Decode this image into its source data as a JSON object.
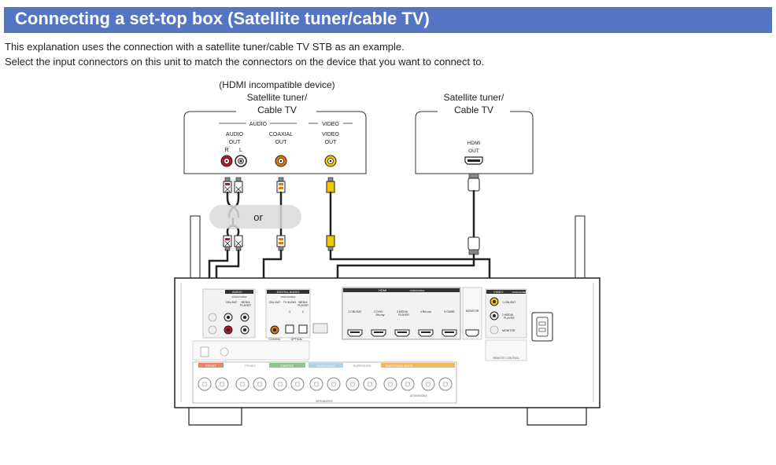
{
  "header": {
    "title": "Connecting a set-top box (Satellite tuner/cable TV)"
  },
  "intro": {
    "line1": "This explanation uses the connection with a satellite tuner/cable TV STB as an example.",
    "line2": "Select the input connectors on this unit to match the connectors on the device that you want to connect to."
  },
  "left_device": {
    "caption1": "(HDMI incompatible device)",
    "caption2": "Satellite tuner/",
    "caption3": "Cable TV",
    "audio_group": "AUDIO",
    "video_group": "VIDEO",
    "audio_out1": "AUDIO",
    "audio_out2": "OUT",
    "r": "R",
    "l": "L",
    "coax1": "COAXIAL",
    "coax2": "OUT",
    "video1": "VIDEO",
    "video2": "OUT"
  },
  "right_device": {
    "caption1": "Satellite tuner/",
    "caption2": "Cable TV",
    "hdmi1": "HDMI",
    "hdmi2": "OUT"
  },
  "or_label": "or",
  "receiver": {
    "audio_label": "AUDIO",
    "audio_sub": "ASSIGNABLE",
    "audio_in1": "CBL/SAT",
    "audio_in2a": "MEDIA",
    "audio_in2b": "PLAYER",
    "digital_label": "DIGITAL AUDIO",
    "digital_sub": "ASSIGNABLE",
    "dig_a": "CBL/SAT",
    "dig_b": "TV AUDIO",
    "dig_c": "MEDIA",
    "dig_d": "PLAYER",
    "dig_1": "1",
    "dig_2": "2",
    "coaxial": "COAXIAL",
    "optical": "OPTICAL",
    "hdmi_label": "HDMI",
    "hdmi_sub": "ASSIGNABLE",
    "hdmi_in1": "1  CBL/SAT",
    "hdmi_in2a": "2  DVD/",
    "hdmi_in2b": "Blu-ray",
    "hdmi_in3a": "3  MEDIA",
    "hdmi_in3b": "PLAYER",
    "hdmi_in4": "4  Blu-ray",
    "hdmi_in5": "5  GAME",
    "monitor": "MONITOR",
    "video_label": "VIDEO",
    "video_sub": "ASSIGNABLE",
    "video_in1": "1  CBL/SAT",
    "video_in2a": "2  MEDIA",
    "video_in2b": "PLAYER",
    "video_monitor": "MONITOR",
    "remote_control": "REMOTE CONTROL",
    "front": "FRONT",
    "center": "CENTER",
    "surround": "SURROUND",
    "surround_back": "SURROUND BACK",
    "speakers": "SPEAKERS",
    "assignable": "ASSIGNABLE"
  },
  "colors": {
    "title_bar": "#5476c2",
    "cable": "#222222",
    "rca_red": "#c8102e",
    "rca_yellow": "#f2c900",
    "rca_orange": "#e07b00",
    "or_band": "#d9d9d9"
  }
}
